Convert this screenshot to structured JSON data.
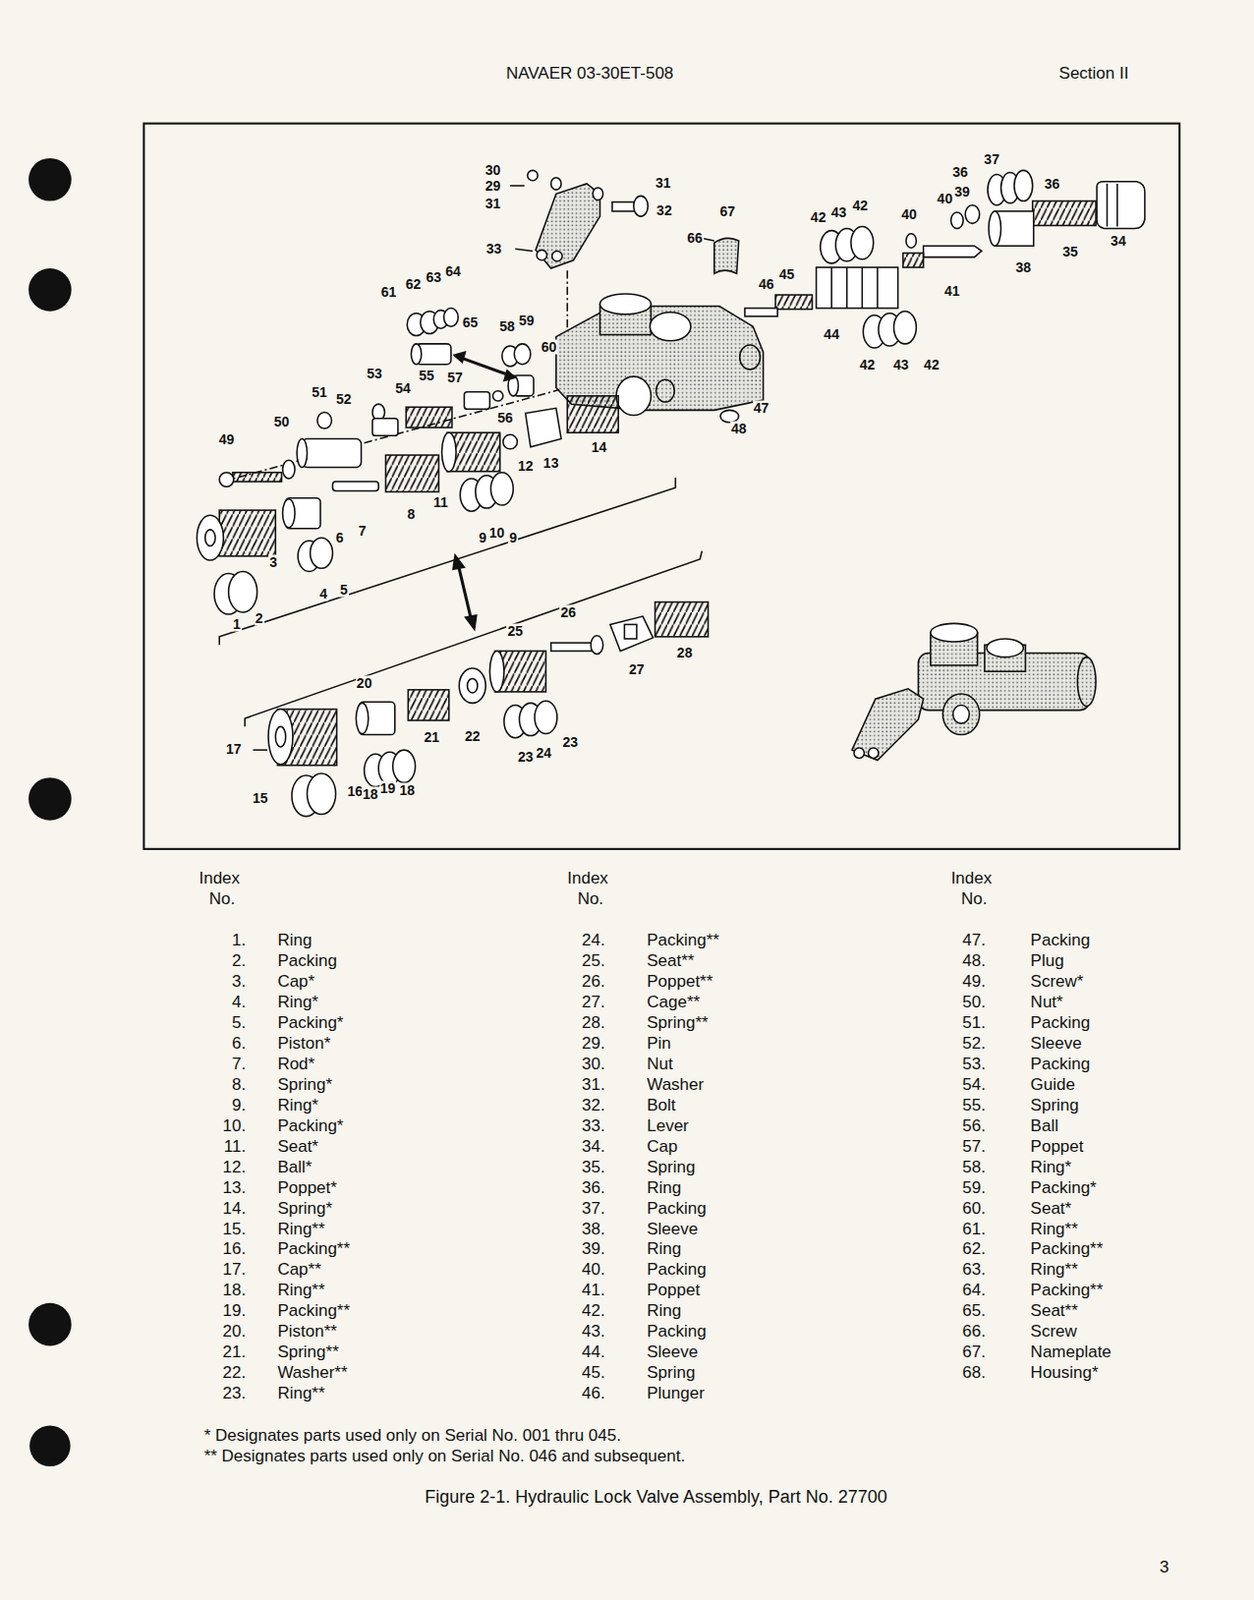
{
  "diagram": {
    "caption": "Figure 2-1. Hydraulic Lock Valve Assembly, Part No. 27700",
    "labels": [
      "NAVAER 03-30ET-508",
      "Section II",
      "30",
      "29",
      "31",
      "31",
      "32",
      "33",
      "67",
      "66",
      "37",
      "36",
      "36",
      "40",
      "39",
      "40",
      "42",
      "43",
      "42",
      "34",
      "35",
      "38",
      "41",
      "46",
      "45",
      "44",
      "42",
      "43",
      "42",
      "64",
      "63",
      "62",
      "61",
      "65",
      "58",
      "59",
      "60",
      "47",
      "48",
      "53",
      "55",
      "57",
      "51",
      "52",
      "54",
      "56",
      "50",
      "49",
      "12",
      "13",
      "14",
      "11",
      "8",
      "7",
      "6",
      "3",
      "4",
      "5",
      "9",
      "10",
      "9",
      "1",
      "2",
      "26",
      "25",
      "28",
      "27",
      "20",
      "21",
      "22",
      "17",
      "23",
      "24",
      "23",
      "15",
      "16",
      "18",
      "19",
      "18",
      "Index",
      "No.",
      "Index",
      "No.",
      "Index",
      "No.",
      "1.",
      "Ring",
      "2.",
      "Packing",
      "3.",
      "Cap*",
      "4.",
      "Ring*",
      "5.",
      "Packing*",
      "6.",
      "Piston*",
      "7.",
      "Rod*",
      "8.",
      "Spring*",
      "9.",
      "Ring*",
      "10.",
      "Packing*",
      "11.",
      "Seat*",
      "12.",
      "Ball*",
      "13.",
      "Poppet*",
      "14.",
      "Spring*",
      "15.",
      "Ring**",
      "16.",
      "Packing**",
      "17.",
      "Cap**",
      "18.",
      "Ring**",
      "19.",
      "Packing**",
      "20.",
      "Piston**",
      "21.",
      "Spring**",
      "22.",
      "Washer**",
      "23.",
      "Ring**",
      "24.",
      "Packing**",
      "25.",
      "Seat**",
      "26.",
      "Poppet**",
      "27.",
      "Cage**",
      "28.",
      "Spring**",
      "29.",
      "Pin",
      "30.",
      "Nut",
      "31.",
      "Washer",
      "32.",
      "Bolt",
      "33.",
      "Lever",
      "34.",
      "Cap",
      "35.",
      "Spring",
      "36.",
      "Ring",
      "37.",
      "Packing",
      "38.",
      "Sleeve",
      "39.",
      "Ring",
      "40.",
      "Packing",
      "41.",
      "Poppet",
      "42.",
      "Ring",
      "43.",
      "Packing",
      "44.",
      "Sleeve",
      "45.",
      "Spring",
      "46.",
      "Plunger",
      "47.",
      "Packing",
      "48.",
      "Plug",
      "49.",
      "Screw*",
      "50.",
      "Nut*",
      "51.",
      "Packing",
      "52.",
      "Sleeve",
      "53.",
      "Packing",
      "54.",
      "Guide",
      "55.",
      "Spring",
      "56.",
      "Ball",
      "57.",
      "Poppet",
      "58.",
      "Ring*",
      "59.",
      "Packing*",
      "60.",
      "Seat*",
      "61.",
      "Ring**",
      "62.",
      "Packing**",
      "63.",
      "Ring**",
      "64.",
      "Packing**",
      "65.",
      "Seat**",
      "66.",
      "Screw",
      "67.",
      "Nameplate",
      "68.",
      "Housing*",
      "* Designates parts used only on Serial No. 001 thru 045.",
      "** Designates parts used only on Serial No. 046 and subsequent.",
      "3"
    ]
  }
}
